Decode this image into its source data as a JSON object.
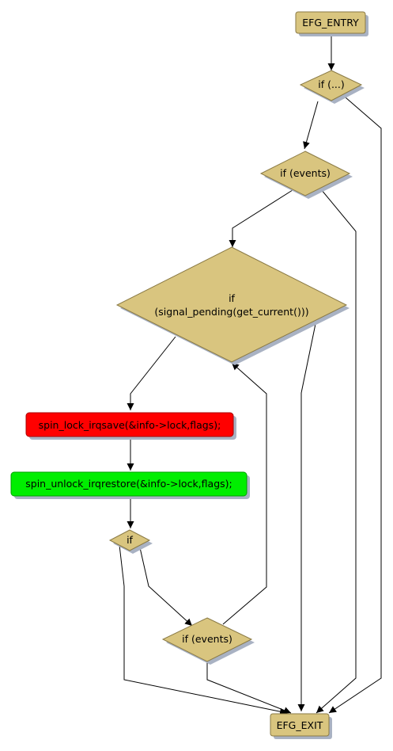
{
  "colors": {
    "node_fill": "#d9c57f",
    "node_stroke": "#8a7a45",
    "lock_fill": "#ff0000",
    "unlock_fill": "#00ee00",
    "shadow": "#a9b2c3",
    "edge": "#000000"
  },
  "nodes": {
    "entry": {
      "label": "EFG_ENTRY"
    },
    "if_dots": {
      "label": "if (...)"
    },
    "if_events_1": {
      "label": "if (events)"
    },
    "if_signal": {
      "label_line1": "if",
      "label_line2": "(signal_pending(get_current()))"
    },
    "spin_lock": {
      "label": "spin_lock_irqsave(&info->lock,flags);"
    },
    "spin_unlock": {
      "label": "spin_unlock_irqrestore(&info->lock,flags);"
    },
    "if_plain": {
      "label": "if"
    },
    "if_events_2": {
      "label": "if (events)"
    },
    "exit": {
      "label": "EFG_EXIT"
    }
  }
}
